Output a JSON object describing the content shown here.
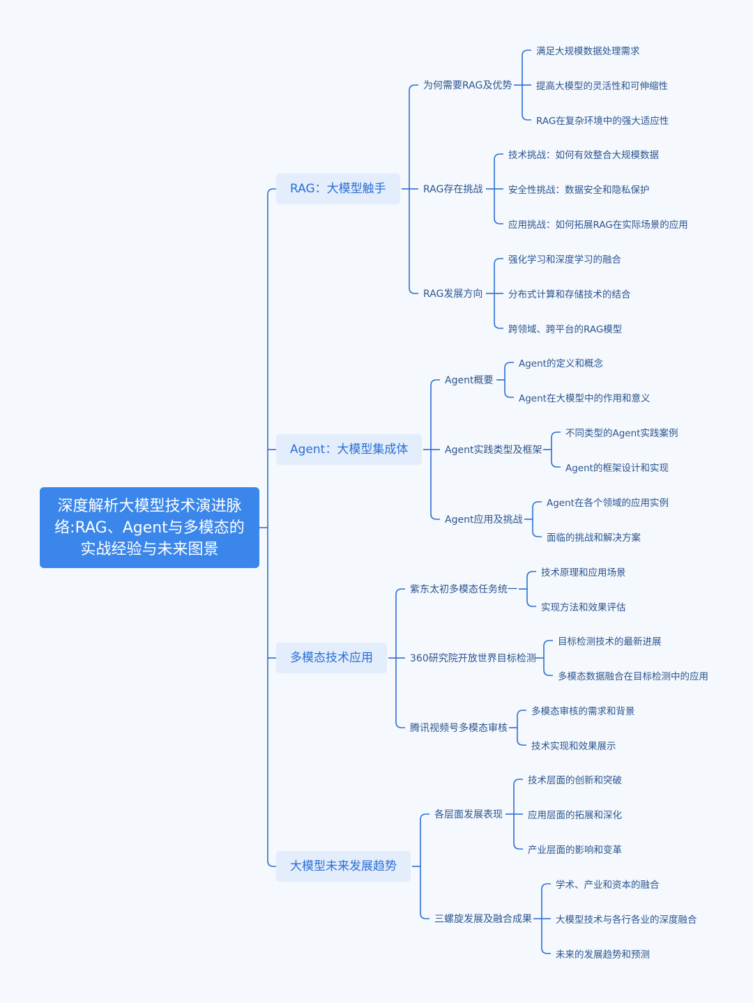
{
  "root": {
    "label": "深度解析大模型技术演进脉络:RAG、Agent与多模态的实战经验与未来图景"
  },
  "branches": [
    {
      "label": "RAG：大模型触手",
      "children": [
        {
          "label": "为何需要RAG及优势",
          "children": [
            "满足大规模数据处理需求",
            "提高大模型的灵活性和可伸缩性",
            "RAG在复杂环境中的强大适应性"
          ]
        },
        {
          "label": "RAG存在挑战",
          "children": [
            "技术挑战：如何有效整合大规模数据",
            "安全性挑战：数据安全和隐私保护",
            "应用挑战：如何拓展RAG在实际场景的应用"
          ]
        },
        {
          "label": "RAG发展方向",
          "children": [
            "强化学习和深度学习的融合",
            "分布式计算和存储技术的结合",
            "跨领域、跨平台的RAG模型"
          ]
        }
      ]
    },
    {
      "label": "Agent：大模型集成体",
      "children": [
        {
          "label": "Agent概要",
          "children": [
            "Agent的定义和概念",
            "Agent在大模型中的作用和意义"
          ]
        },
        {
          "label": "Agent实践类型及框架",
          "children": [
            "不同类型的Agent实践案例",
            "Agent的框架设计和实现"
          ]
        },
        {
          "label": "Agent应用及挑战",
          "children": [
            "Agent在各个领域的应用实例",
            "面临的挑战和解决方案"
          ]
        }
      ]
    },
    {
      "label": "多模态技术应用",
      "children": [
        {
          "label": "紫东太初多模态任务统一",
          "children": [
            "技术原理和应用场景",
            "实现方法和效果评估"
          ]
        },
        {
          "label": "360研究院开放世界目标检测",
          "children": [
            "目标检测技术的最新进展",
            "多模态数据融合在目标检测中的应用"
          ]
        },
        {
          "label": "腾讯视频号多模态审核",
          "children": [
            "多模态审核的需求和背景",
            "技术实现和效果展示"
          ]
        }
      ]
    },
    {
      "label": "大模型未来发展趋势",
      "children": [
        {
          "label": "各层面发展表现",
          "children": [
            "技术层面的创新和突破",
            "应用层面的拓展和深化",
            "产业层面的影响和变革"
          ]
        },
        {
          "label": "三螺旋发展及融合成果",
          "children": [
            "学术、产业和资本的融合",
            "大模型技术与各行各业的深度融合",
            "未来的发展趋势和预测"
          ]
        }
      ]
    }
  ]
}
